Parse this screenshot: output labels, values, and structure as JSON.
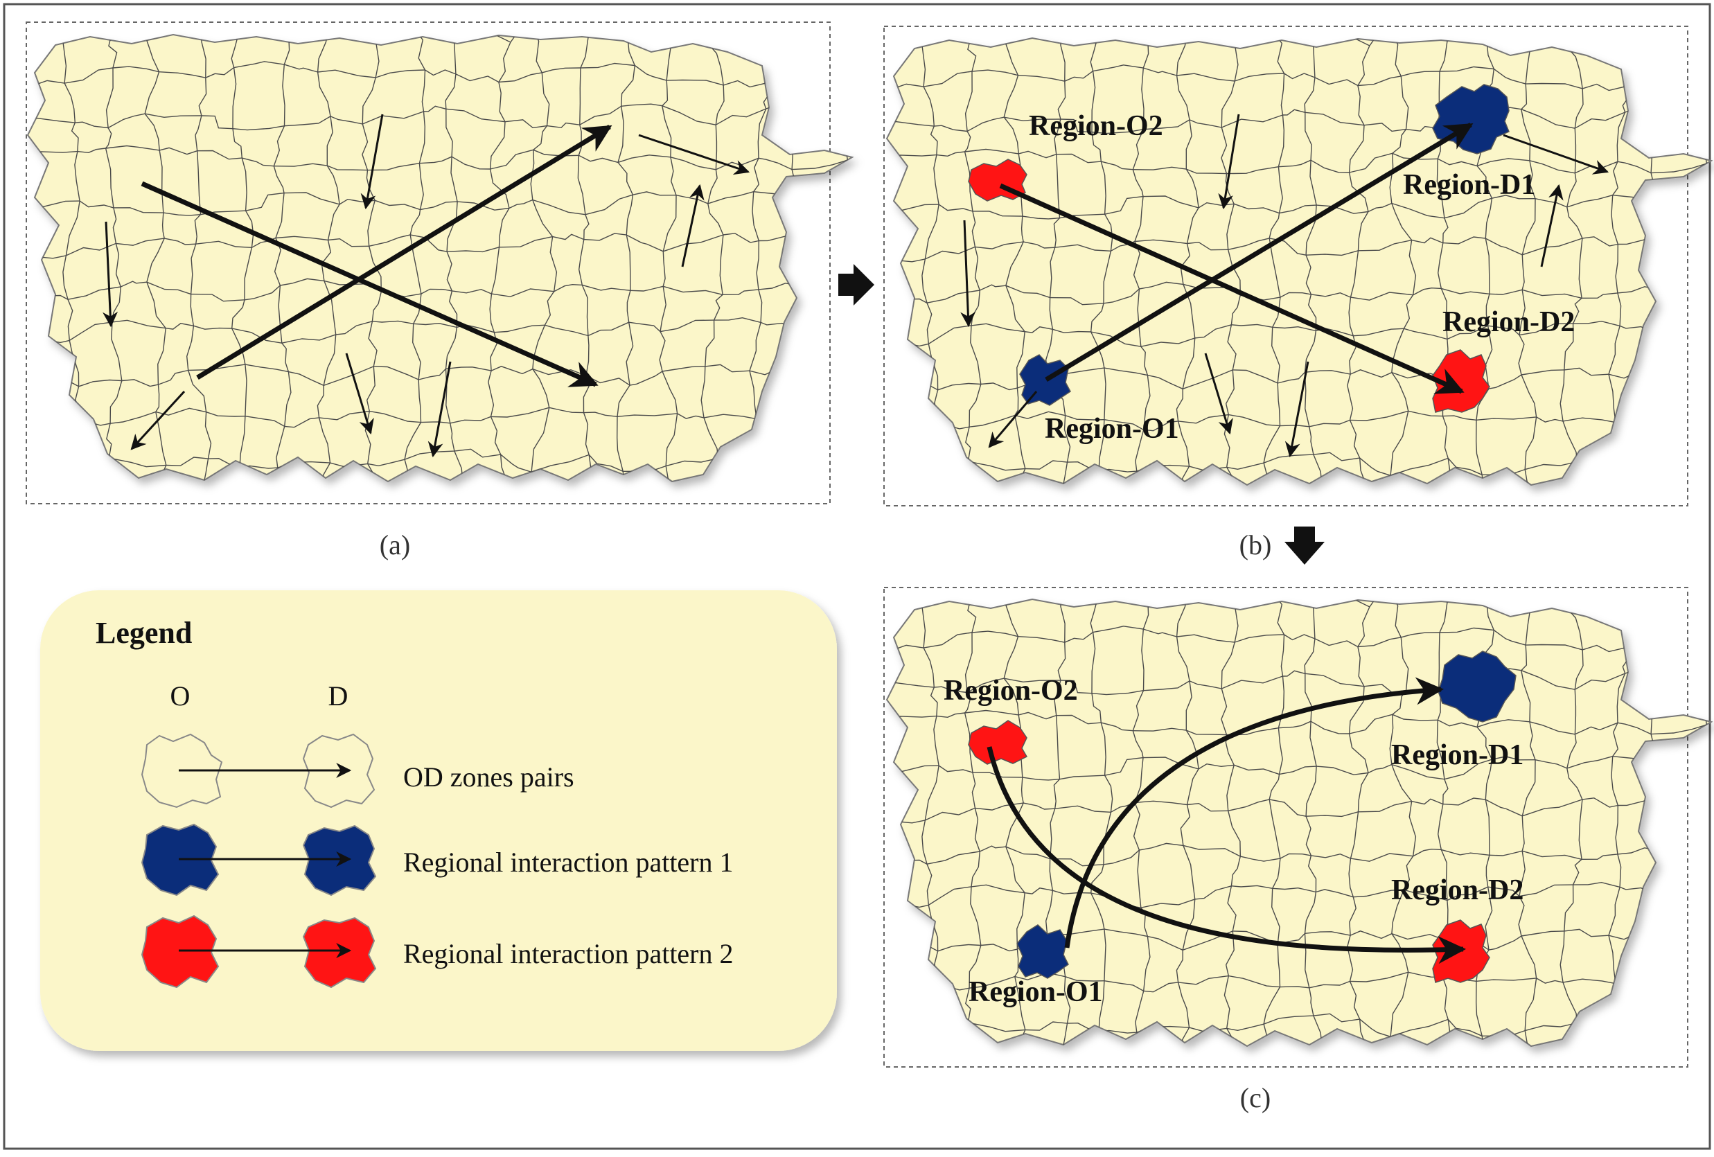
{
  "colors": {
    "land": "#fbf6c9",
    "zone_border": "#4a4a4a",
    "pattern1": "#0b2d7a",
    "pattern2": "#ff1414",
    "legend_bg": "#fbf6c9",
    "arrow": "#111111"
  },
  "panels": {
    "a": {
      "caption": "(a)"
    },
    "b": {
      "caption": "(b)",
      "labels": {
        "o1": "Region-O1",
        "o2": "Region-O2",
        "d1": "Region-D1",
        "d2": "Region-D2"
      }
    },
    "c": {
      "caption": "(c)",
      "labels": {
        "o1": "Region-O1",
        "o2": "Region-O2",
        "d1": "Region-D1",
        "d2": "Region-D2"
      }
    }
  },
  "legend": {
    "title": "Legend",
    "origin_label": "O",
    "destination_label": "D",
    "items": [
      {
        "label": "OD zones pairs",
        "fill": "land"
      },
      {
        "label": "Regional interaction pattern 1",
        "fill": "pattern1"
      },
      {
        "label": "Regional interaction pattern 2",
        "fill": "pattern2"
      }
    ]
  }
}
